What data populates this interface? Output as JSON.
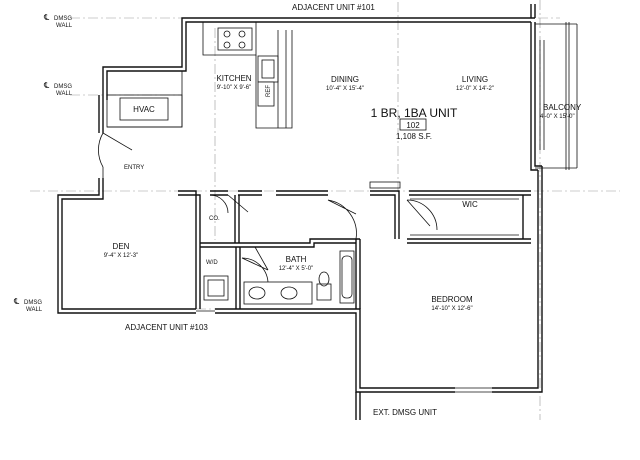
{
  "unit": {
    "title": "1 BR, 1BA UNIT",
    "number": "102",
    "area": "1,108 S.F."
  },
  "adjacent": {
    "top": "ADJACENT UNIT #101",
    "bottom": "ADJACENT UNIT #103",
    "ext": "EXT. DMSG UNIT"
  },
  "demising_walls": {
    "symbol": "℄",
    "line1": "DMSG",
    "line2": "WALL"
  },
  "rooms": {
    "kitchen": {
      "name": "KITCHEN",
      "dims": "9'-10\" X 9'-6\""
    },
    "dining": {
      "name": "DINING",
      "dims": "10'-4\" X 15'-4\""
    },
    "living": {
      "name": "LIVING",
      "dims": "12'-0\" X 14'-2\""
    },
    "balcony": {
      "name": "BALCONY",
      "dims": "4'-0\" X 15'-0\""
    },
    "den": {
      "name": "DEN",
      "dims": "9'-4\" X 12'-3\""
    },
    "bath": {
      "name": "BATH",
      "dims": "12'-4\" X 5'-0\""
    },
    "bedroom": {
      "name": "BEDROOM",
      "dims": "14'-10\" X 12'-6\""
    }
  },
  "labels": {
    "hvac": "HVAC",
    "entry": "ENTRY",
    "closet": "CO.",
    "wic": "WIC",
    "wd": "W/D",
    "ref": "REF"
  }
}
